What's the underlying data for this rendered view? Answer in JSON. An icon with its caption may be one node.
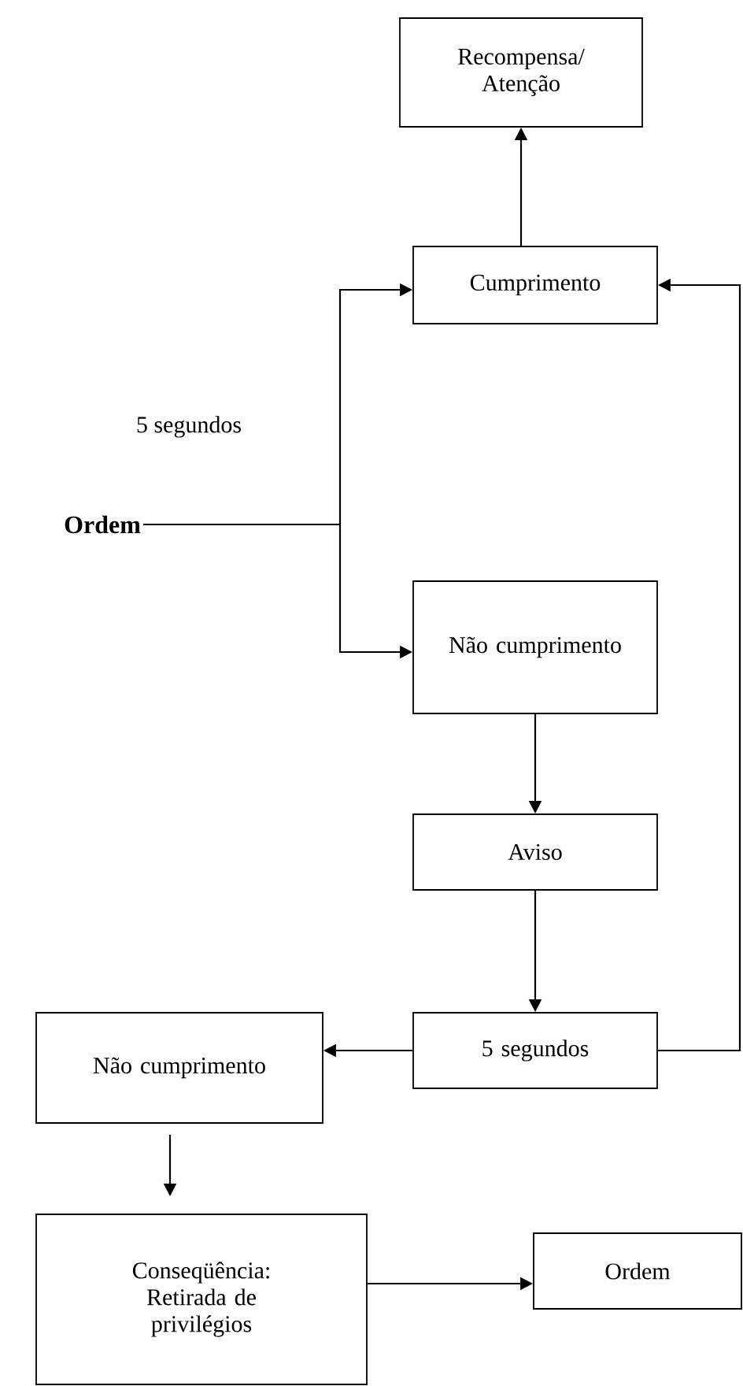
{
  "diagram": {
    "nodes": [
      {
        "text": [
          "Recompensa/ Atenção"
        ]
      },
      {
        "text": [
          "Cumprimento"
        ]
      },
      {
        "text": [
          "Ordem"
        ]
      },
      {
        "text": [
          "Não cumprimento"
        ]
      },
      {
        "text": [
          "Aviso"
        ]
      },
      {
        "text": [
          "5 segundos"
        ]
      },
      {
        "text": [
          "Não cumprimento"
        ]
      },
      {
        "text": [
          "Conseqüência: Retirada de privilégios"
        ]
      },
      {
        "text": [
          "Ordem"
        ]
      }
    ],
    "edges": [
      {
        "from": 2,
        "to": 1,
        "arrow": "to"
      },
      {
        "from": 2,
        "to": 3,
        "arrow": "to"
      },
      {
        "from": 1,
        "to": 0,
        "arrow": "to"
      },
      {
        "from": 3,
        "to": 4,
        "arrow": "to"
      },
      {
        "from": 4,
        "to": 5,
        "arrow": "to"
      },
      {
        "from": 5,
        "to": 6,
        "arrow": "to"
      },
      {
        "from": 5,
        "to": 1,
        "arrow": "to"
      },
      {
        "from": 6,
        "to": 7,
        "arrow": "to"
      },
      {
        "from": 7,
        "to": 8,
        "arrow": "to"
      }
    ],
    "labels": [
      "5 segundos"
    ]
  }
}
